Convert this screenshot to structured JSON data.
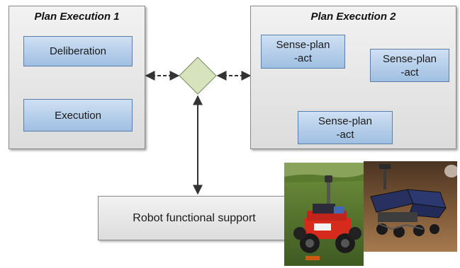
{
  "panels": {
    "left": {
      "title": "Plan Execution 1",
      "deliberation": "Deliberation",
      "execution": "Execution"
    },
    "right": {
      "title": "Plan Execution 2",
      "node_a": [
        "Sense-plan",
        "-act"
      ],
      "node_b": [
        "Sense-plan",
        "-act"
      ],
      "node_c": [
        "Sense-plan",
        "-act"
      ]
    }
  },
  "support": {
    "label": "Robot functional support"
  },
  "colors": {
    "box_fill": "#a9c6e8",
    "box_border": "#5a7fa8",
    "diamond_fill": "#d6e3bc",
    "arrow": "#333333"
  },
  "photos": [
    "wheeled-robot-photo",
    "rover-model-render"
  ]
}
